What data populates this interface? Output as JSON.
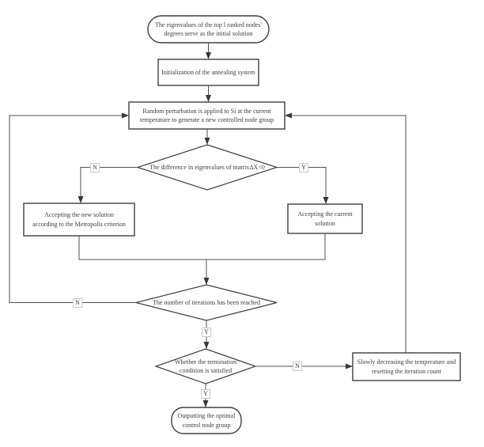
{
  "flowchart": {
    "nodes": {
      "start": {
        "shape": "terminator",
        "label": "The eigenvalues of the top l ranked nodes' degrees serve as the initial solution"
      },
      "init": {
        "shape": "process",
        "label": "Initialization of the annealing system"
      },
      "perturb": {
        "shape": "process",
        "label": "Random perturbation is applied to Si at the current temperature to generate a new controlled node group"
      },
      "decision_eigen": {
        "shape": "decision",
        "label": "The difference in eigenvalues of matrixΔX<0"
      },
      "metropolis": {
        "shape": "process",
        "label": "Accepting the new solution according to the Metropolis criterion"
      },
      "accept_current": {
        "shape": "process",
        "label": "Accepting the current solution"
      },
      "decision_iterations": {
        "shape": "decision",
        "label": "The number of iterations has been reached"
      },
      "decision_termination": {
        "shape": "decision",
        "label": "Whether the termination condition is satisfied"
      },
      "cooling": {
        "shape": "process",
        "label": "Slowly decreasing the temperature and resetting the iteration count"
      },
      "end": {
        "shape": "terminator",
        "label": "Outputting the optimal control node group"
      }
    },
    "branch_labels": {
      "eigen_no": "N",
      "eigen_yes": "Y",
      "iterations_no": "N",
      "iterations_yes": "Y",
      "termination_no": "N",
      "termination_yes": "Y"
    },
    "colors": {
      "background": "#ffffff",
      "node_fill": "#ffffff",
      "node_border": "#3f3f3f",
      "connector": "#4f4f4f",
      "text": "#3d3d3d"
    }
  }
}
